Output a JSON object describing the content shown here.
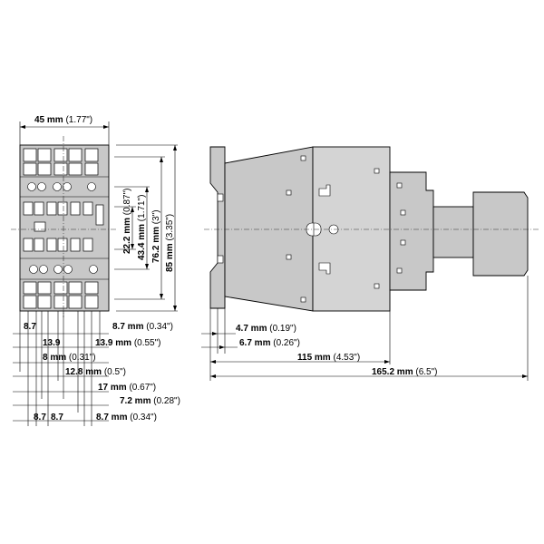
{
  "dimensions": {
    "width_total": {
      "value": "45 mm",
      "inch": "(1.77\")"
    },
    "v_22_2": {
      "value": "22.2 mm",
      "inch": "(0.87\")"
    },
    "v_43_4": {
      "value": "43.4 mm",
      "inch": "(1.71\")"
    },
    "v_76_2": {
      "value": "76.2 mm",
      "inch": "(3\")"
    },
    "v_85": {
      "value": "85 mm",
      "inch": "(3.35\")"
    },
    "h_8_7_left": {
      "value": "8.7",
      "inch": ""
    },
    "h_8_7_right": {
      "value": "8.7 mm",
      "inch": "(0.34\")"
    },
    "h_13_9_left": {
      "value": "13.9",
      "inch": ""
    },
    "h_13_9_right": {
      "value": "13.9 mm",
      "inch": "(0.55\")"
    },
    "h_8": {
      "value": "8 mm",
      "inch": "(0.31\")"
    },
    "h_12_8": {
      "value": "12.8 mm",
      "inch": "(0.5\")"
    },
    "h_17": {
      "value": "17 mm",
      "inch": "(0.67\")"
    },
    "h_7_2": {
      "value": "7.2 mm",
      "inch": "(0.28\")"
    },
    "h_8_7_a": {
      "value": "8.7",
      "inch": ""
    },
    "h_8_7_b": {
      "value": "8.7",
      "inch": ""
    },
    "h_8_7_c": {
      "value": "8.7 mm",
      "inch": "(0.34\")"
    },
    "s_4_7": {
      "value": "4.7 mm",
      "inch": "(0.19\")"
    },
    "s_6_7": {
      "value": "6.7 mm",
      "inch": "(0.26\")"
    },
    "s_115": {
      "value": "115 mm",
      "inch": "(4.53\")"
    },
    "s_165_2": {
      "value": "165.2 mm",
      "inch": "(6.5\")"
    }
  },
  "colors": {
    "body": "#c8c8c8",
    "line": "#000000",
    "background": "#ffffff"
  }
}
